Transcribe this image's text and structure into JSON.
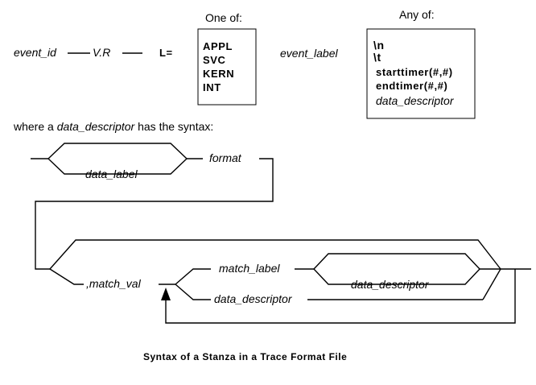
{
  "header": {
    "event_id": "event_id",
    "vr": "V.R",
    "l_eq": "L=",
    "one_of": "One of:",
    "one_of_items": [
      "APPL",
      "SVC",
      "KERN",
      "INT"
    ],
    "event_label": "event_label",
    "any_of": "Any of:",
    "any_of_newline": "\\n",
    "any_of_tab": "\\t",
    "any_of_starttimer": "starttimer(#,#)",
    "any_of_endtimer": "endtimer(#,#)",
    "any_of_data_descriptor": "data_descriptor"
  },
  "where": {
    "prefix": "where a ",
    "term": "data_descriptor",
    "suffix": " has the syntax:"
  },
  "syntax": {
    "data_label": "data_label",
    "format": "format",
    "match_val": ",match_val",
    "match_label": "match_label",
    "data_descriptor_inner": "data_descriptor",
    "data_descriptor_alt": "data_descriptor"
  },
  "caption": "Syntax of a Stanza in a Trace Format File"
}
